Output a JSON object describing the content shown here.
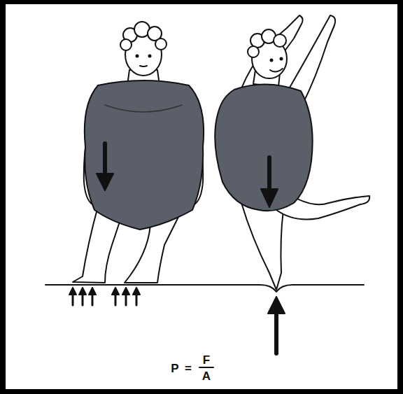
{
  "diagram": {
    "labels": [
      "P",
      "=",
      "F",
      "A"
    ]
  }
}
